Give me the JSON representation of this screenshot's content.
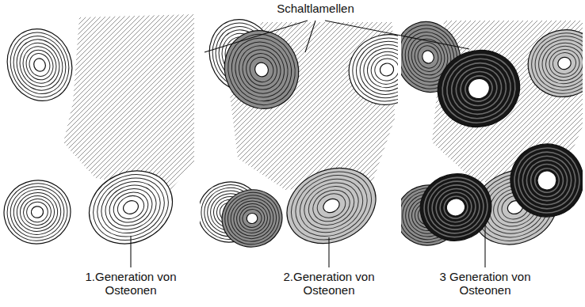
{
  "diagram": {
    "labels": [
      "Schaltlamellen",
      "1.Generation von Osteonen",
      "2.Generation von Osteonen",
      "3 Generation von Osteonen"
    ]
  }
}
